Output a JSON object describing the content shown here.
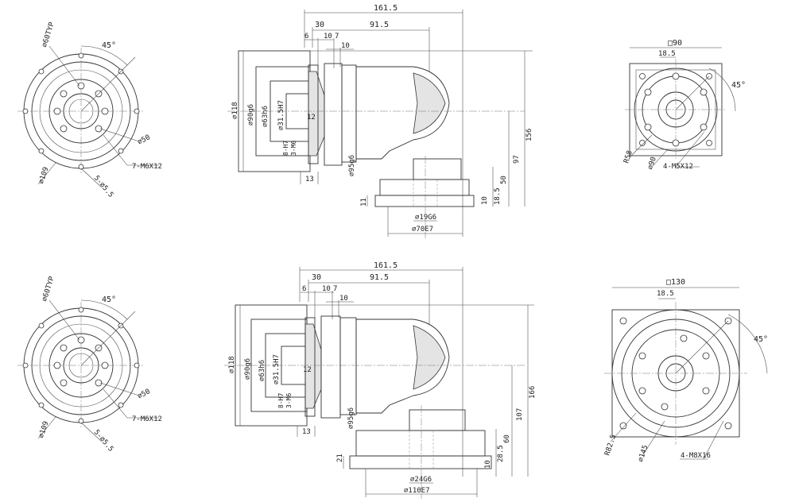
{
  "labels": {
    "top_left_pcd": "⌀60TYP",
    "top_left_angle": "45°",
    "top_left_d50": "⌀50",
    "top_left_tap": "7-M6X12",
    "top_left_holes": "5-⌀5.5",
    "top_left_d109": "⌀109",
    "top_mid_161": "161.5",
    "top_mid_30": "30",
    "top_mid_91": "91.5",
    "top_mid_6": "6",
    "top_mid_10a": "10",
    "top_mid_7": "7",
    "top_mid_10b": "10",
    "top_mid_118": "⌀118",
    "top_mid_90g6": "⌀90g6",
    "top_mid_63h6": "⌀63h6",
    "top_mid_315": "⌀31.5H7",
    "top_mid_12": "12",
    "top_mid_8": "8-H7",
    "top_mid_3": "3-M6",
    "top_mid_13": "13",
    "top_mid_95": "⌀95g6",
    "top_mid_156": "156",
    "top_mid_97": "97",
    "top_mid_50": "50",
    "top_mid_185": "18.5",
    "top_mid_10c": "10",
    "top_mid_11": "11",
    "top_mid_19": "⌀19G6",
    "top_mid_70": "⌀70E7",
    "top_right_sq": "□90",
    "top_right_185": "18.5",
    "top_right_45": "45°",
    "top_right_r58": "R58",
    "top_right_d90": "⌀90",
    "top_right_tap": "4-M5X12",
    "bot_left_pcd": "⌀60TYP",
    "bot_left_angle": "45°",
    "bot_left_d50": "⌀50",
    "bot_left_tap": "7-M6X12",
    "bot_left_holes": "5-⌀5.5",
    "bot_left_d109": "⌀109",
    "bot_mid_161": "161.5",
    "bot_mid_30": "30",
    "bot_mid_91": "91.5",
    "bot_mid_6": "6",
    "bot_mid_10a": "10",
    "bot_mid_7": "7",
    "bot_mid_10b": "10",
    "bot_mid_118": "⌀118",
    "bot_mid_90g6": "⌀90g6",
    "bot_mid_63h6": "⌀63h6",
    "bot_mid_315": "⌀31.5H7",
    "bot_mid_12": "12",
    "bot_mid_8": "8-H7",
    "bot_mid_3": "3-M6",
    "bot_mid_13": "13",
    "bot_mid_95": "⌀95g6",
    "bot_mid_166": "166",
    "bot_mid_107": "107",
    "bot_mid_60": "60",
    "bot_mid_285": "28.5",
    "bot_mid_10c": "10",
    "bot_mid_21": "21",
    "bot_mid_24": "⌀24G6",
    "bot_mid_110": "⌀110E7",
    "bot_right_sq": "□130",
    "bot_right_185": "18.5",
    "bot_right_45": "45°",
    "bot_right_r": "R82.5",
    "bot_right_d145": "⌀145",
    "bot_right_tap": "4-M8X16"
  }
}
